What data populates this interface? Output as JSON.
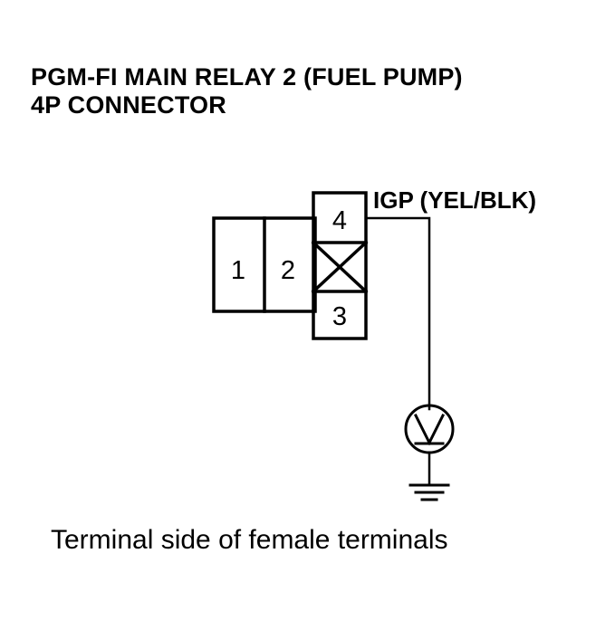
{
  "title": {
    "line1": "PGM-FI MAIN RELAY 2 (FUEL PUMP)",
    "line2": "4P CONNECTOR"
  },
  "connector": {
    "terminals": [
      {
        "number": "1"
      },
      {
        "number": "2"
      },
      {
        "number": "3"
      },
      {
        "number": "4"
      }
    ],
    "unused_cavity": "x-mark"
  },
  "wire": {
    "label": "IGP (YEL/BLK)"
  },
  "meter": {
    "icon": "voltmeter-icon"
  },
  "ground": {
    "icon": "ground-icon"
  },
  "caption": "Terminal side of female terminals"
}
